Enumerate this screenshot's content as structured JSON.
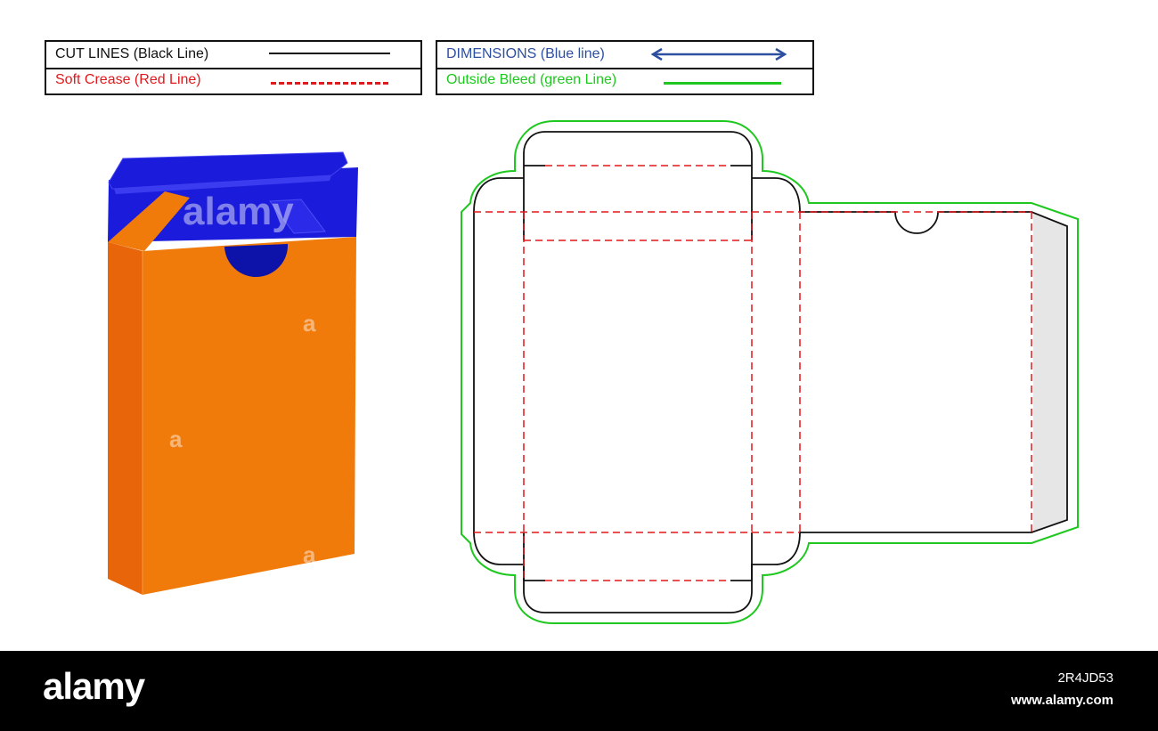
{
  "legend": {
    "cut_lines": {
      "label": "CUT LINES (Black Line)",
      "color": "#111111"
    },
    "soft_crease": {
      "label": "Soft Crease (Red Line)",
      "color": "#e0191d"
    },
    "dimensions": {
      "label": "DIMENSIONS (Blue line)",
      "color": "#2d4fa0"
    },
    "outside_bleed": {
      "label": "Outside Bleed (green Line)",
      "color": "#1ec81e"
    }
  },
  "box_mockup": {
    "front_color": "#f07b0b",
    "side_color": "#e8650a",
    "inner_color": "#1b1bdb",
    "notch_color": "#0d12a8",
    "watermark": "alamy"
  },
  "dieline": {
    "cut_color": "#111111",
    "crease_color": "#e0191d",
    "bleed_color": "#1ec81e",
    "glue_flap_color": "#e6e6e6"
  },
  "footer": {
    "logo": "alamy",
    "image_id": "2R4JD53",
    "site": "www.alamy.com"
  }
}
